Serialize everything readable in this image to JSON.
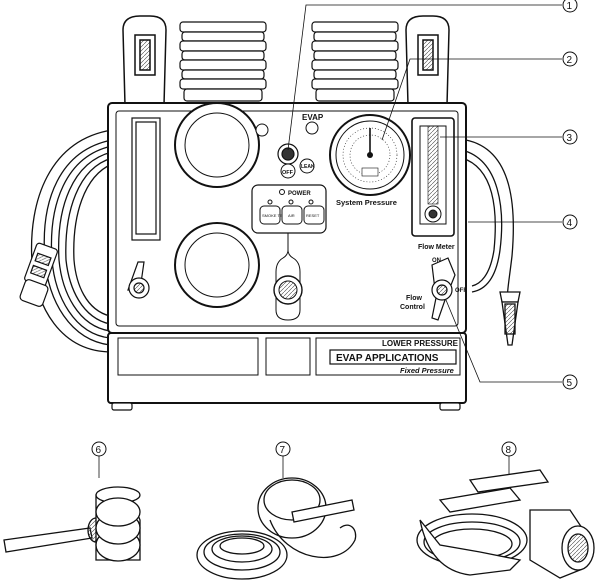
{
  "callouts": [
    "1",
    "2",
    "3",
    "4",
    "5",
    "6",
    "7",
    "8"
  ],
  "labels": {
    "evap": "EVAP",
    "off": "OFF",
    "leak": "LEAK",
    "power": "POWER",
    "system_pressure": "System Pressure",
    "flow_meter": "Flow Meter",
    "flow_control": "Flow Control",
    "on": "ON",
    "off_valve": "OFF",
    "lower_pressure": "LOWER PRESSURE",
    "evap_applications": "EVAP APPLICATIONS",
    "fixed_pressure": "Fixed Pressure"
  },
  "button_labels": [
    "SMOKE TEST",
    "AIR",
    "RESET"
  ]
}
